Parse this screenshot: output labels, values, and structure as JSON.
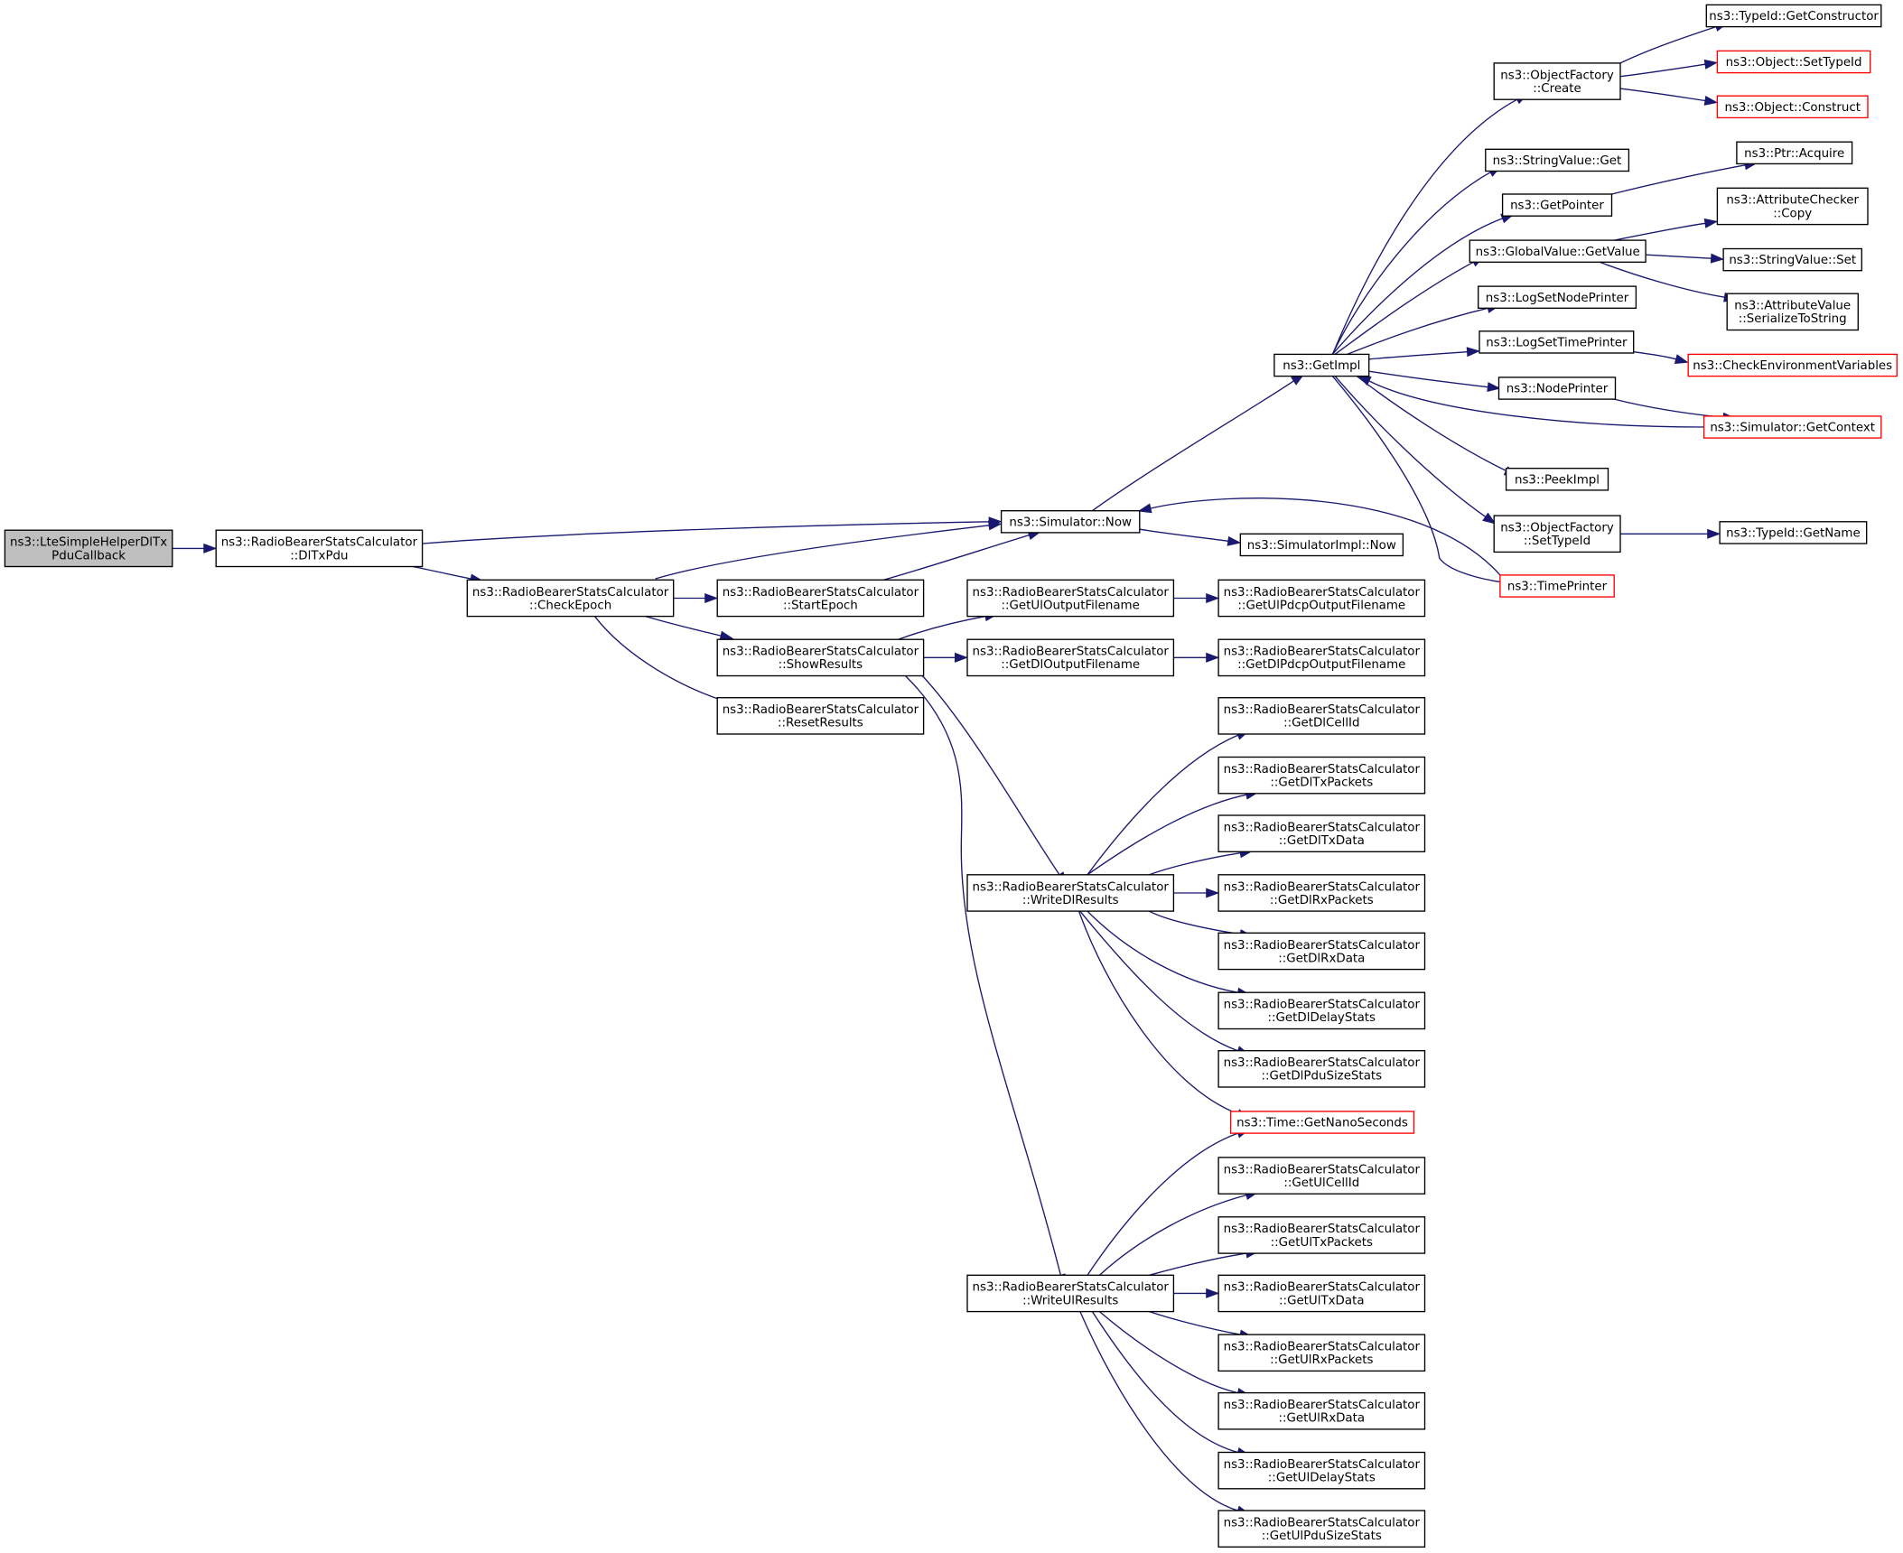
{
  "diagram": {
    "nodes": [
      {
        "id": "n0",
        "lines": [
          "ns3::LteSimpleHelperDlTx",
          "PduCallback"
        ],
        "style": "root"
      },
      {
        "id": "n1",
        "lines": [
          "ns3::RadioBearerStatsCalculator",
          "::DlTxPdu"
        ]
      },
      {
        "id": "n2",
        "lines": [
          "ns3::RadioBearerStatsCalculator",
          "::CheckEpoch"
        ]
      },
      {
        "id": "n3",
        "lines": [
          "ns3::Simulator::Now"
        ]
      },
      {
        "id": "n4",
        "lines": [
          "ns3::RadioBearerStatsCalculator",
          "::StartEpoch"
        ]
      },
      {
        "id": "n5",
        "lines": [
          "ns3::RadioBearerStatsCalculator",
          "::ShowResults"
        ]
      },
      {
        "id": "n6",
        "lines": [
          "ns3::RadioBearerStatsCalculator",
          "::ResetResults"
        ]
      },
      {
        "id": "n7",
        "lines": [
          "ns3::GetImpl"
        ]
      },
      {
        "id": "n8",
        "lines": [
          "ns3::SimulatorImpl::Now"
        ]
      },
      {
        "id": "n9",
        "lines": [
          "ns3::ObjectFactory",
          "::Create"
        ]
      },
      {
        "id": "n10",
        "lines": [
          "ns3::StringValue::Get"
        ]
      },
      {
        "id": "n11",
        "lines": [
          "ns3::GetPointer"
        ]
      },
      {
        "id": "n12",
        "lines": [
          "ns3::GlobalValue::GetValue"
        ]
      },
      {
        "id": "n13",
        "lines": [
          "ns3::LogSetNodePrinter"
        ]
      },
      {
        "id": "n14",
        "lines": [
          "ns3::LogSetTimePrinter"
        ]
      },
      {
        "id": "n15",
        "lines": [
          "ns3::NodePrinter"
        ]
      },
      {
        "id": "n16",
        "lines": [
          "ns3::PeekImpl"
        ]
      },
      {
        "id": "n17",
        "lines": [
          "ns3::ObjectFactory",
          "::SetTypeId"
        ]
      },
      {
        "id": "n18",
        "lines": [
          "ns3::TimePrinter"
        ],
        "style": "trunc"
      },
      {
        "id": "n19",
        "lines": [
          "ns3::TypeId::GetConstructor"
        ]
      },
      {
        "id": "n20",
        "lines": [
          "ns3::Object::SetTypeId"
        ],
        "style": "trunc"
      },
      {
        "id": "n21",
        "lines": [
          "ns3::Object::Construct"
        ],
        "style": "trunc"
      },
      {
        "id": "n22",
        "lines": [
          "ns3::Ptr::Acquire"
        ]
      },
      {
        "id": "n23",
        "lines": [
          "ns3::AttributeChecker",
          "::Copy"
        ]
      },
      {
        "id": "n24",
        "lines": [
          "ns3::StringValue::Set"
        ]
      },
      {
        "id": "n25",
        "lines": [
          "ns3::AttributeValue",
          "::SerializeToString"
        ]
      },
      {
        "id": "n26",
        "lines": [
          "ns3::CheckEnvironmentVariables"
        ],
        "style": "trunc"
      },
      {
        "id": "n27",
        "lines": [
          "ns3::Simulator::GetContext"
        ],
        "style": "trunc"
      },
      {
        "id": "n28",
        "lines": [
          "ns3::TypeId::GetName"
        ]
      },
      {
        "id": "n29",
        "lines": [
          "ns3::RadioBearerStatsCalculator",
          "::GetUlOutputFilename"
        ]
      },
      {
        "id": "n30",
        "lines": [
          "ns3::RadioBearerStatsCalculator",
          "::GetDlOutputFilename"
        ]
      },
      {
        "id": "n31",
        "lines": [
          "ns3::RadioBearerStatsCalculator",
          "::WriteDlResults"
        ]
      },
      {
        "id": "n32",
        "lines": [
          "ns3::RadioBearerStatsCalculator",
          "::WriteUlResults"
        ]
      },
      {
        "id": "n33",
        "lines": [
          "ns3::RadioBearerStatsCalculator",
          "::GetUlPdcpOutputFilename"
        ]
      },
      {
        "id": "n34",
        "lines": [
          "ns3::RadioBearerStatsCalculator",
          "::GetDlPdcpOutputFilename"
        ]
      },
      {
        "id": "n35",
        "lines": [
          "ns3::RadioBearerStatsCalculator",
          "::GetDlCellId"
        ]
      },
      {
        "id": "n36",
        "lines": [
          "ns3::RadioBearerStatsCalculator",
          "::GetDlTxPackets"
        ]
      },
      {
        "id": "n37",
        "lines": [
          "ns3::RadioBearerStatsCalculator",
          "::GetDlTxData"
        ]
      },
      {
        "id": "n38",
        "lines": [
          "ns3::RadioBearerStatsCalculator",
          "::GetDlRxPackets"
        ]
      },
      {
        "id": "n39",
        "lines": [
          "ns3::RadioBearerStatsCalculator",
          "::GetDlRxData"
        ]
      },
      {
        "id": "n40",
        "lines": [
          "ns3::RadioBearerStatsCalculator",
          "::GetDlDelayStats"
        ]
      },
      {
        "id": "n41",
        "lines": [
          "ns3::RadioBearerStatsCalculator",
          "::GetDlPduSizeStats"
        ]
      },
      {
        "id": "n42",
        "lines": [
          "ns3::Time::GetNanoSeconds"
        ],
        "style": "trunc"
      },
      {
        "id": "n43",
        "lines": [
          "ns3::RadioBearerStatsCalculator",
          "::GetUlCellId"
        ]
      },
      {
        "id": "n44",
        "lines": [
          "ns3::RadioBearerStatsCalculator",
          "::GetUlTxPackets"
        ]
      },
      {
        "id": "n45",
        "lines": [
          "ns3::RadioBearerStatsCalculator",
          "::GetUlTxData"
        ]
      },
      {
        "id": "n46",
        "lines": [
          "ns3::RadioBearerStatsCalculator",
          "::GetUlRxPackets"
        ]
      },
      {
        "id": "n47",
        "lines": [
          "ns3::RadioBearerStatsCalculator",
          "::GetUlRxData"
        ]
      },
      {
        "id": "n48",
        "lines": [
          "ns3::RadioBearerStatsCalculator",
          "::GetUlDelayStats"
        ]
      },
      {
        "id": "n49",
        "lines": [
          "ns3::RadioBearerStatsCalculator",
          "::GetUlPduSizeStats"
        ]
      }
    ],
    "edges": [
      {
        "from": "n0",
        "to": "n1"
      },
      {
        "from": "n1",
        "to": "n3"
      },
      {
        "from": "n1",
        "to": "n2"
      },
      {
        "from": "n2",
        "to": "n3"
      },
      {
        "from": "n2",
        "to": "n4"
      },
      {
        "from": "n2",
        "to": "n5"
      },
      {
        "from": "n2",
        "to": "n6"
      },
      {
        "from": "n4",
        "to": "n3"
      },
      {
        "from": "n3",
        "to": "n7"
      },
      {
        "from": "n3",
        "to": "n8"
      },
      {
        "from": "n7",
        "to": "n9"
      },
      {
        "from": "n7",
        "to": "n10"
      },
      {
        "from": "n7",
        "to": "n11"
      },
      {
        "from": "n7",
        "to": "n12"
      },
      {
        "from": "n7",
        "to": "n13"
      },
      {
        "from": "n7",
        "to": "n14"
      },
      {
        "from": "n7",
        "to": "n15"
      },
      {
        "from": "n7",
        "to": "n16"
      },
      {
        "from": "n7",
        "to": "n17"
      },
      {
        "from": "n7",
        "to": "n18"
      },
      {
        "from": "n9",
        "to": "n19"
      },
      {
        "from": "n9",
        "to": "n20"
      },
      {
        "from": "n9",
        "to": "n21"
      },
      {
        "from": "n11",
        "to": "n22"
      },
      {
        "from": "n12",
        "to": "n23"
      },
      {
        "from": "n12",
        "to": "n24"
      },
      {
        "from": "n12",
        "to": "n25"
      },
      {
        "from": "n14",
        "to": "n26"
      },
      {
        "from": "n15",
        "to": "n27"
      },
      {
        "from": "n27",
        "to": "n7"
      },
      {
        "from": "n17",
        "to": "n28"
      },
      {
        "from": "n18",
        "to": "n3"
      },
      {
        "from": "n5",
        "to": "n29"
      },
      {
        "from": "n5",
        "to": "n30"
      },
      {
        "from": "n5",
        "to": "n31"
      },
      {
        "from": "n5",
        "to": "n32"
      },
      {
        "from": "n29",
        "to": "n33"
      },
      {
        "from": "n30",
        "to": "n34"
      },
      {
        "from": "n31",
        "to": "n35"
      },
      {
        "from": "n31",
        "to": "n36"
      },
      {
        "from": "n31",
        "to": "n37"
      },
      {
        "from": "n31",
        "to": "n38"
      },
      {
        "from": "n31",
        "to": "n39"
      },
      {
        "from": "n31",
        "to": "n40"
      },
      {
        "from": "n31",
        "to": "n41"
      },
      {
        "from": "n31",
        "to": "n42"
      },
      {
        "from": "n32",
        "to": "n42"
      },
      {
        "from": "n32",
        "to": "n43"
      },
      {
        "from": "n32",
        "to": "n44"
      },
      {
        "from": "n32",
        "to": "n45"
      },
      {
        "from": "n32",
        "to": "n46"
      },
      {
        "from": "n32",
        "to": "n47"
      },
      {
        "from": "n32",
        "to": "n48"
      },
      {
        "from": "n32",
        "to": "n49"
      }
    ],
    "colors": {
      "edge": "#191970",
      "root_fill": "#bfbfbf",
      "truncated_border": "#ff0000",
      "node_border": "#000000"
    }
  }
}
